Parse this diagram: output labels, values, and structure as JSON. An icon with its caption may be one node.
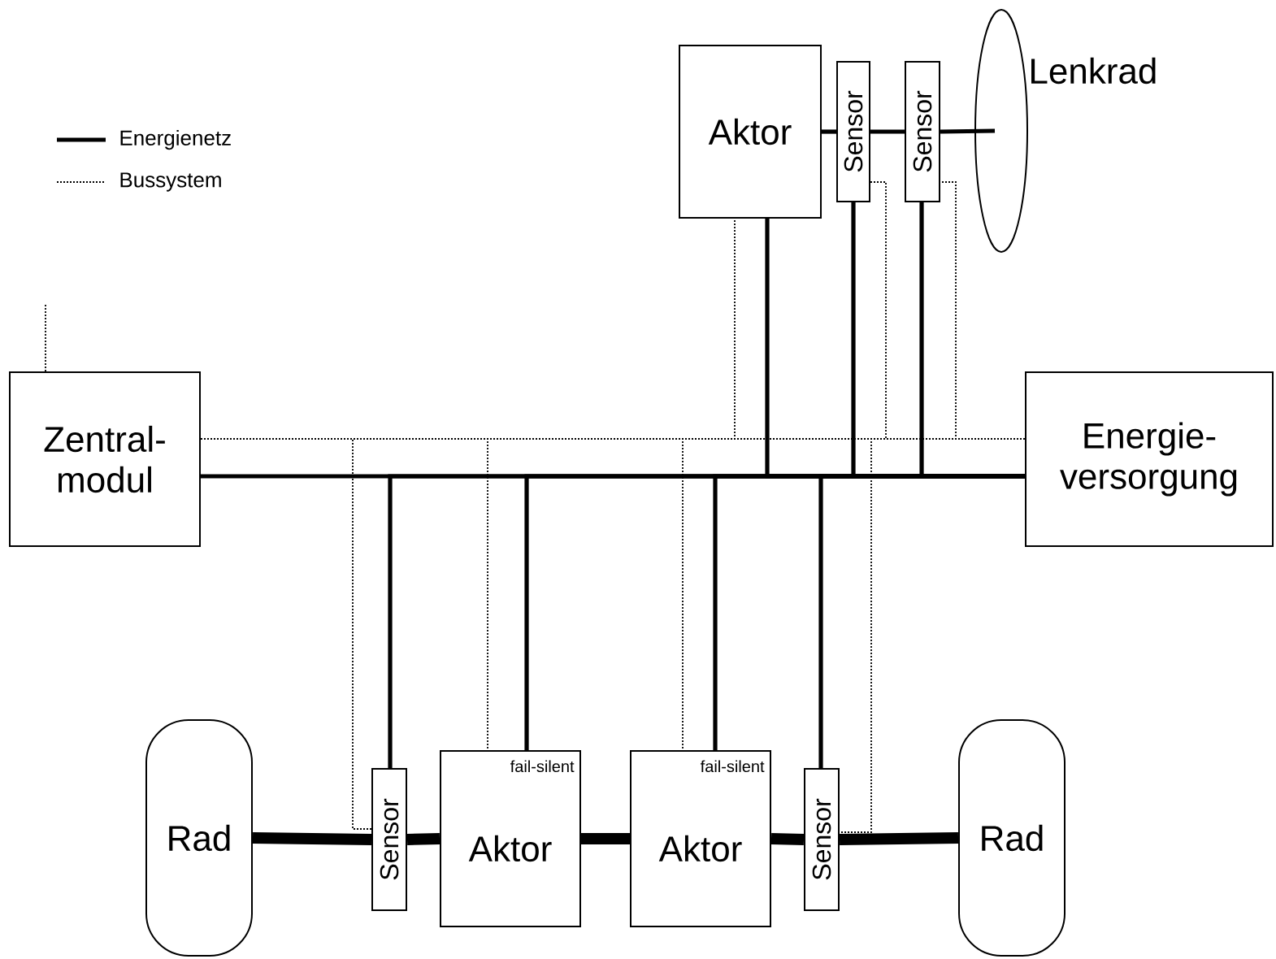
{
  "diagram": {
    "nodes": [
      {
        "text": [
          "Aktor"
        ]
      },
      {
        "text": [
          "Sensor"
        ]
      },
      {
        "text": [
          "Sensor"
        ]
      },
      {
        "text": [
          "Lenkrad"
        ]
      },
      {
        "text": [
          "Zentral- modul"
        ]
      },
      {
        "text": [
          "Energie- versorgung"
        ]
      },
      {
        "text": [
          "Rad"
        ]
      },
      {
        "text": [
          "Sensor"
        ]
      },
      {
        "text": [
          "fail-silent",
          "Aktor"
        ]
      },
      {
        "text": [
          "fail-silent",
          "Aktor"
        ]
      },
      {
        "text": [
          "Sensor"
        ]
      },
      {
        "text": [
          "Rad"
        ]
      }
    ],
    "edges": [
      {
        "from": 5,
        "to": 4,
        "arrow": "none"
      },
      {
        "from": 5,
        "to": 0,
        "arrow": "none"
      },
      {
        "from": 5,
        "to": 1,
        "arrow": "none"
      },
      {
        "from": 5,
        "to": 2,
        "arrow": "none"
      },
      {
        "from": 5,
        "to": 7,
        "arrow": "none"
      },
      {
        "from": 5,
        "to": 8,
        "arrow": "none"
      },
      {
        "from": 5,
        "to": 9,
        "arrow": "none"
      },
      {
        "from": 5,
        "to": 10,
        "arrow": "none"
      },
      {
        "from": 4,
        "to": 5,
        "arrow": "none",
        "style": "dashed"
      },
      {
        "from": 4,
        "to": 0,
        "arrow": "none",
        "style": "dashed"
      },
      {
        "from": 4,
        "to": 1,
        "arrow": "none",
        "style": "dashed"
      },
      {
        "from": 4,
        "to": 2,
        "arrow": "none",
        "style": "dashed"
      },
      {
        "from": 4,
        "to": 7,
        "arrow": "none",
        "style": "dashed"
      },
      {
        "from": 4,
        "to": 8,
        "arrow": "none",
        "style": "dashed"
      },
      {
        "from": 4,
        "to": 9,
        "arrow": "none",
        "style": "dashed"
      },
      {
        "from": 4,
        "to": 10,
        "arrow": "none",
        "style": "dashed"
      },
      {
        "from": 4,
        "to": null,
        "arrow": "none",
        "style": "dashed"
      },
      {
        "from": 0,
        "to": 1,
        "arrow": "none"
      },
      {
        "from": 1,
        "to": 2,
        "arrow": "none"
      },
      {
        "from": 2,
        "to": 3,
        "arrow": "none"
      },
      {
        "from": 6,
        "to": 7,
        "arrow": "none",
        "style": "thick"
      },
      {
        "from": 7,
        "to": 8,
        "arrow": "none",
        "style": "thick"
      },
      {
        "from": 8,
        "to": 9,
        "arrow": "none",
        "style": "thick"
      },
      {
        "from": 9,
        "to": 10,
        "arrow": "none",
        "style": "thick"
      },
      {
        "from": 10,
        "to": 11,
        "arrow": "none",
        "style": "thick"
      }
    ],
    "legend": [
      {
        "text": "Energienetz"
      },
      {
        "text": "Bussystem"
      }
    ]
  }
}
